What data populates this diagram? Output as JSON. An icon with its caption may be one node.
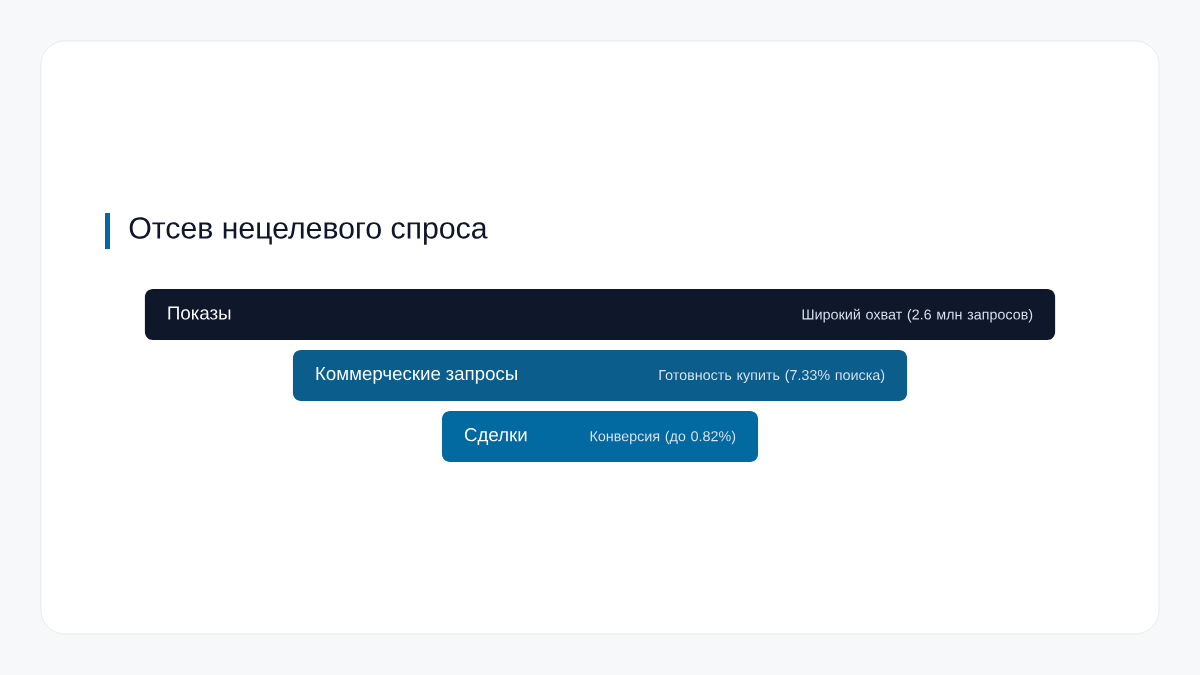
{
  "diagram": {
    "title": "Отсев нецелевого спроса",
    "nodes": [
      {
        "text": [
          "Показы",
          "Широкий охват (2.6 млн запросов)"
        ]
      },
      {
        "text": [
          "Коммерческие запросы",
          "Готовность купить (7.33% поиска)"
        ]
      },
      {
        "text": [
          "Сделки",
          "Конверсия (до 0.82%)"
        ]
      }
    ]
  }
}
